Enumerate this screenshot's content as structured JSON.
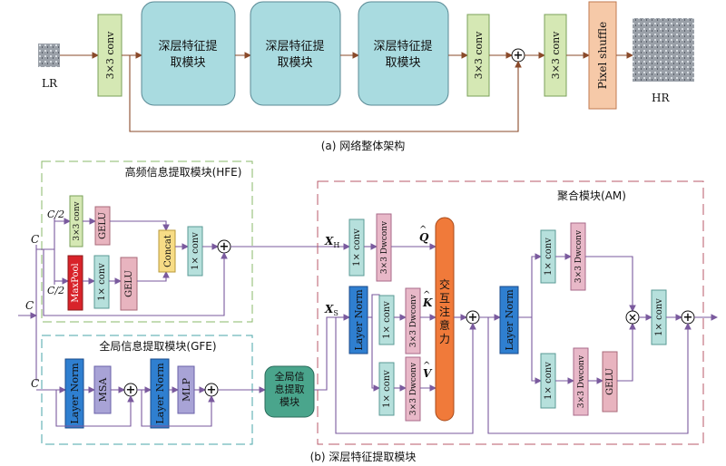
{
  "top": {
    "lr_label": "LR",
    "hr_label": "HR",
    "conv1": "3×3 conv",
    "blocks": [
      "深层特征提取模块",
      "深层特征提取模块",
      "深层特征提取模块"
    ],
    "conv2": "3×3 conv",
    "conv3": "3×3 conv",
    "pixel_shuffle": "Pixel shuffle",
    "caption": "(a) 网络整体架构"
  },
  "hfe": {
    "title": "高频信息提取模块(HFE)",
    "c_in": "C",
    "c_half_top": "C/2",
    "c_half_bot": "C/2",
    "conv33": "3×3 conv",
    "gelu_top": "GELU",
    "maxpool": "MaxPool",
    "conv11": "1× conv",
    "gelu_bot": "GELU",
    "concat": "Concat",
    "conv11_out": "1× conv"
  },
  "gfe": {
    "title": "全局信息提取模块(GFE)",
    "c_in": "C",
    "ln1": "Layer Norm",
    "msa": "MSA",
    "ln2": "Layer Norm",
    "mlp": "MLP"
  },
  "main_c": "C",
  "global_block": "全局信息提取模块",
  "am": {
    "title": "聚合模块(AM)",
    "xh": "X",
    "xh_sub": "H",
    "xs": "X",
    "xs_sub": "S",
    "q_conv": "1× conv",
    "q_dw": "3×3 Dwconv",
    "q_label": "Q",
    "ln": "Layer Norm",
    "k_conv": "1× conv",
    "k_dw": "3×3 Dwconv",
    "k_label": "K",
    "v_conv": "1× conv",
    "v_dw": "3×3 Dwconv",
    "v_label": "V",
    "attention": "交互注意力",
    "ln2": "Layer Norm",
    "up_conv": "1× conv",
    "up_dw": "3×3 Dwconv",
    "dn_conv": "1× conv",
    "dn_dw": "3×3 Dwconv",
    "gelu": "GELU",
    "out_conv": "1× conv"
  },
  "bottom_caption": "(b) 深层特征提取模块",
  "colors": {
    "conv_green": "#d5e8b4",
    "block_teal": "#a9dbe0",
    "pixel_orange": "#f6c9a8",
    "gelu_pink": "#e8b4bf",
    "maxpool_red": "#d8232a",
    "concat_yellow": "#f7dc86",
    "conv11_teal": "#b6e0dc",
    "layernorm_blue": "#2f7fd0",
    "msa_purple": "#a8a3d6",
    "dw_pink": "#e8b8c8",
    "attention_orange": "#f07a3a",
    "global_teal": "#4aa58c"
  }
}
